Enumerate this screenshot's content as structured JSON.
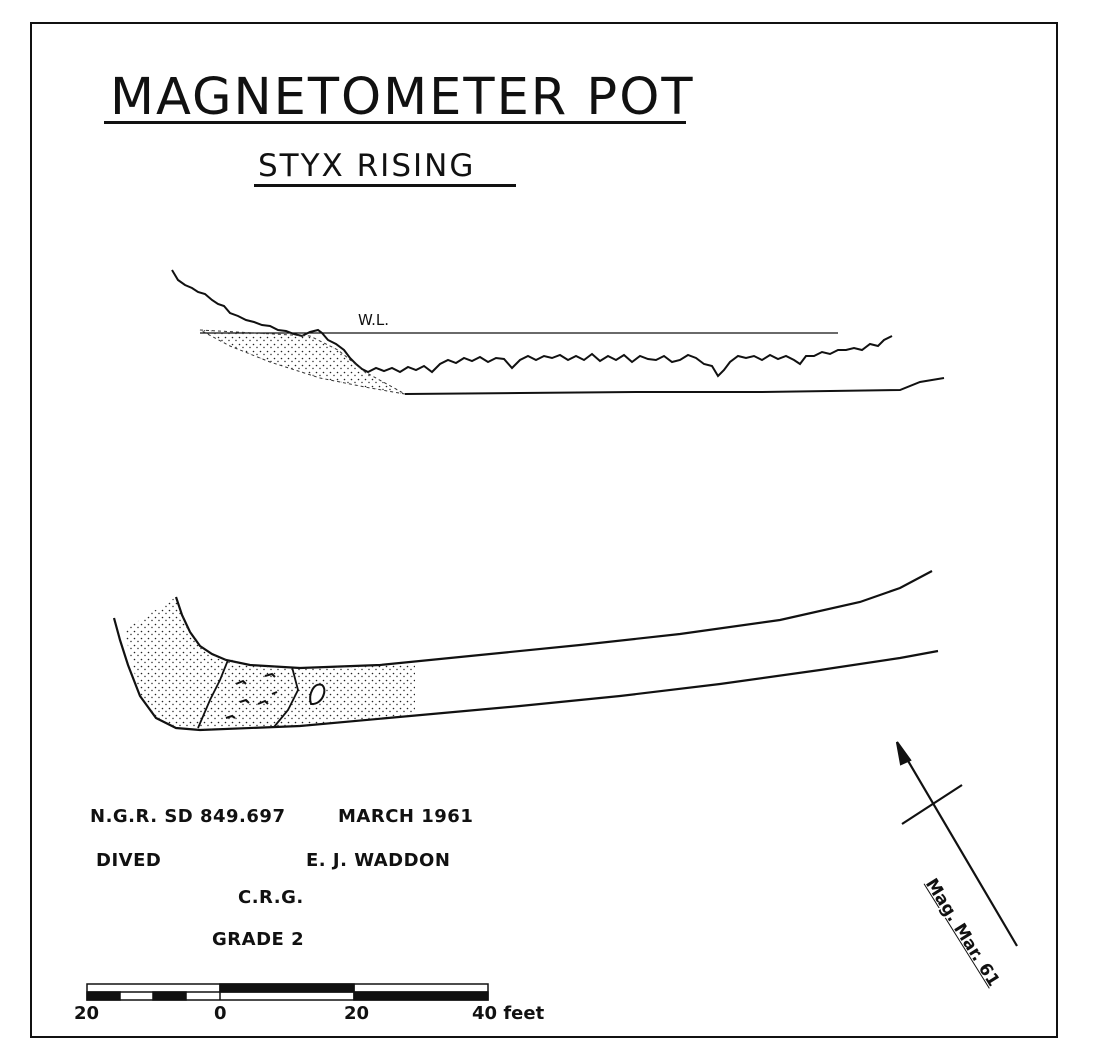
{
  "title": "MAGNETOMETER POT",
  "subtitle": "STYX RISING",
  "section_label": "W.L.",
  "info": {
    "ngr": "N.G.R. SD 849.697",
    "date": "MARCH 1961",
    "dived_label": "DIVED",
    "diver": "E. J. WADDON",
    "club": "C.R.G.",
    "grade": "GRADE 2"
  },
  "north_arrow": {
    "label": "Mag. Mar. 61"
  },
  "scale_bar": {
    "ticks": [
      "20",
      "0",
      "20",
      "40 feet"
    ]
  }
}
